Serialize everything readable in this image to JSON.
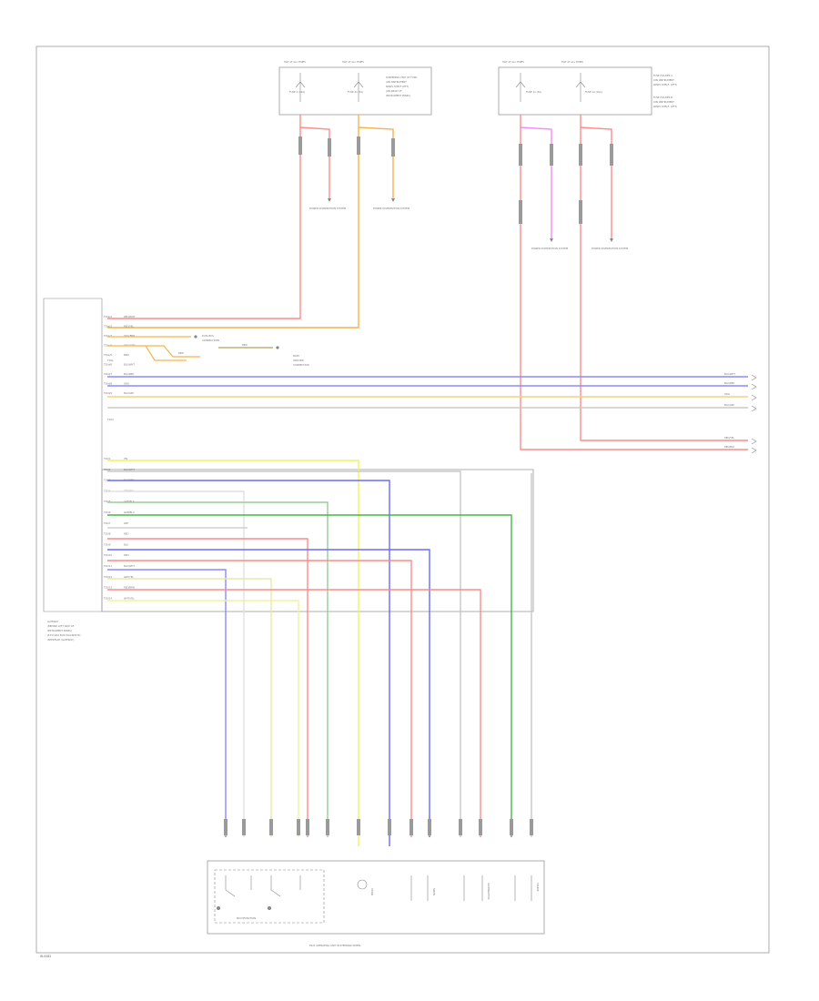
{
  "page_code": "W-0082",
  "fuse_boxes": [
    {
      "heads": [
        "HOT AT ALL TIMES",
        "HOT AT ALL TIMES"
      ],
      "fuses": [
        "FUSE 4 (10A)",
        "FUSE 21 (5A)"
      ],
      "desc": [
        "SCREENING UNIT OF FUSE",
        "(ON INSTRUMENT",
        "PANEL SHELF LEFT)",
        "(ON REAR OF",
        "INSTRUMENT PANEL)"
      ],
      "grounds": [
        "POWER DISTRIBUTION SYSTEM",
        "POWER DISTRIBUTION SYSTEM"
      ]
    },
    {
      "heads": [
        "HOT AT ALL TIMES",
        "HOT AT ALL TIMES"
      ],
      "fuses": [
        "FUSE 11 (5A)",
        "FUSE 14 (10A)"
      ],
      "desc": [
        "FUSE HOLDER C",
        "(ON INSTRUMENT",
        "PANEL SHELF, LEFT)",
        "FUSE HOLDER B",
        "(ON INSTRUMENT",
        "PANEL SHELF, LEFT)"
      ],
      "grounds": [
        "POWER DISTRIBUTION SYSTEM",
        "POWER DISTRIBUTION SYSTEM"
      ]
    }
  ],
  "module": {
    "name": [
      "GATEWAY",
      "(BEHIND LEFT SIDE OF",
      "INSTRUMENT PANEL)",
      "J533 DATA BUS DIAGNOSTIC",
      "INTERFACE (GATEWAY)"
    ],
    "connectors": [
      "T20e",
      "T20d"
    ]
  },
  "upper_pins": [
    {
      "pin": "T20e/1",
      "wire": "RED/WHT"
    },
    {
      "pin": "T20e/2",
      "wire": "RED/YEL"
    },
    {
      "pin": "T20e/3",
      "wire": "ORG/BRN"
    },
    {
      "pin": "T20e/4",
      "wire": "ORG/GRN"
    },
    {
      "pin": "T20e/5",
      "wire": "BRN"
    },
    {
      "pin": "T20d/6",
      "wire": "BLU/WHT"
    },
    {
      "pin": "T20d/7",
      "wire": "BLU/RED"
    },
    {
      "pin": "T20d/8",
      "wire": "ORG"
    },
    {
      "pin": "T20d/9",
      "wire": "BLU/GRY"
    }
  ],
  "data_bus_note": [
    "DATA BUS",
    "CONNECTIONS"
  ],
  "ground_note": [
    "BODY",
    "GROUND",
    "CONNECTION"
  ],
  "ground_wires": [
    "BRN",
    "BRN"
  ],
  "right_labels": [
    "BLU/WHT",
    "BLU/RED",
    "ORG",
    "BLU/GRY",
    "RED/YEL",
    "RED/BLK"
  ],
  "lower_pins": [
    {
      "pin": "T20/1",
      "wire": "YEL"
    },
    {
      "pin": "T20/2",
      "wire": "BLU/WHT"
    },
    {
      "pin": "T20/3",
      "wire": "BLU/RED"
    },
    {
      "pin": "T20/4",
      "wire": "GRY/BLK"
    },
    {
      "pin": "T20/5",
      "wire": "GRN/BLK"
    },
    {
      "pin": "T20/6",
      "wire": "GRN/BLU"
    },
    {
      "pin": "T20/7",
      "wire": "GRY"
    },
    {
      "pin": "T20/8",
      "wire": "RED"
    },
    {
      "pin": "T20/9",
      "wire": "BLU"
    },
    {
      "pin": "T20/10",
      "wire": "RED"
    },
    {
      "pin": "T20/11",
      "wire": "BLU/WHT"
    },
    {
      "pin": "T20/12",
      "wire": "GRY/YEL"
    },
    {
      "pin": "T20/13",
      "wire": "RED/BRN"
    },
    {
      "pin": "T20/14",
      "wire": "WHT/YEL"
    }
  ],
  "switch_unit": {
    "title": "E221 OPERATING UNIT IN STEERING WHEEL",
    "components": [
      "MULTIFUNCTION",
      "HORN",
      "SIREN",
      "ILLUMINATION",
      "CRUISE"
    ]
  },
  "colors": {
    "red": "#ff8a8a",
    "orange": "#f7b34a",
    "blue": "#6a6aff",
    "yellow": "#f2f25a",
    "green": "#46b846",
    "gray": "#d0d0d0",
    "pink": "#f48cf4",
    "frame": "#9a9a9a"
  }
}
